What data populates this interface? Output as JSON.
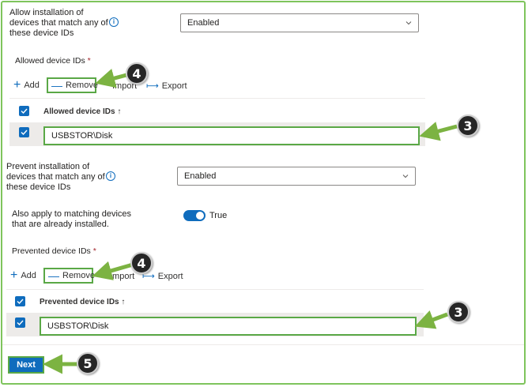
{
  "allow": {
    "label_lines": [
      "Allow installation of",
      "devices that match any of",
      "these device IDs"
    ],
    "dropdown_value": "Enabled",
    "ids_title": "Allowed device IDs",
    "required_mark": "*",
    "toolbar": {
      "add": "Add",
      "remove": "Remove",
      "import": "Import",
      "export": "Export"
    },
    "column_header": "Allowed device IDs",
    "sort_glyph": "↑",
    "row_value": "USBSTOR\\Disk"
  },
  "prevent": {
    "label_lines": [
      "Prevent installation of",
      "devices that match any of",
      "these device IDs"
    ],
    "dropdown_value": "Enabled",
    "ids_title": "Prevented device IDs",
    "required_mark": "*",
    "toolbar": {
      "add": "Add",
      "remove": "Remove",
      "import": "Import",
      "export": "Export"
    },
    "column_header": "Prevented device IDs",
    "sort_glyph": "↑",
    "row_value": "USBSTOR\\Disk"
  },
  "also_apply": {
    "label_lines": [
      "Also apply to matching devices",
      "that are already installed."
    ],
    "toggle_state": "True"
  },
  "next_button": "Next",
  "callouts": {
    "remove": "4",
    "field": "3",
    "next": "5"
  },
  "colors": {
    "accent": "#0f6cbd",
    "highlight": "#5aa846",
    "arrow": "#7cb342",
    "badge": "#262626"
  }
}
